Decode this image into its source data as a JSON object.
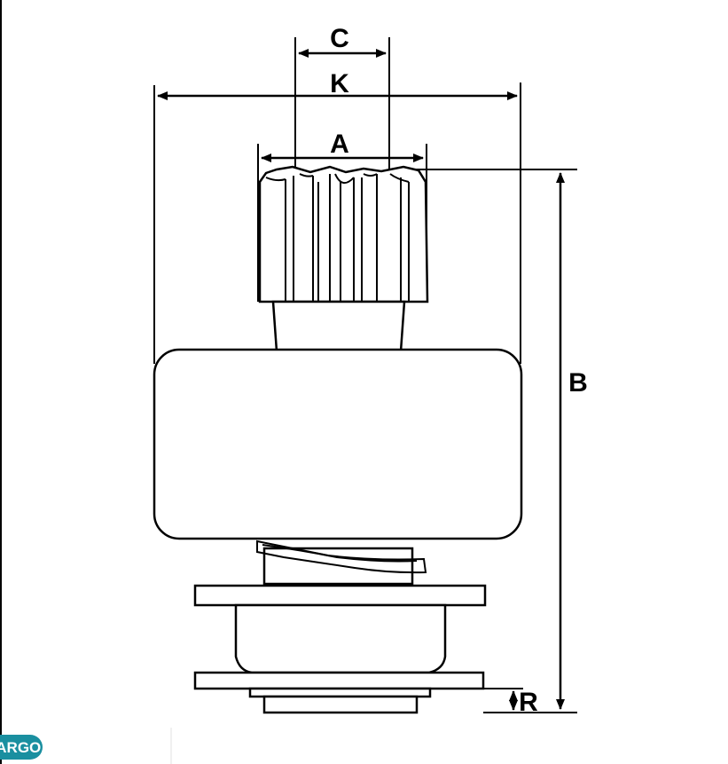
{
  "dimensions": {
    "a": "A",
    "b": "B",
    "c": "C",
    "k": "K",
    "r": "R"
  },
  "logo": {
    "text": "CARGO",
    "color": "#1a8fa0"
  },
  "colors": {
    "line": "#000000",
    "background": "#ffffff"
  }
}
